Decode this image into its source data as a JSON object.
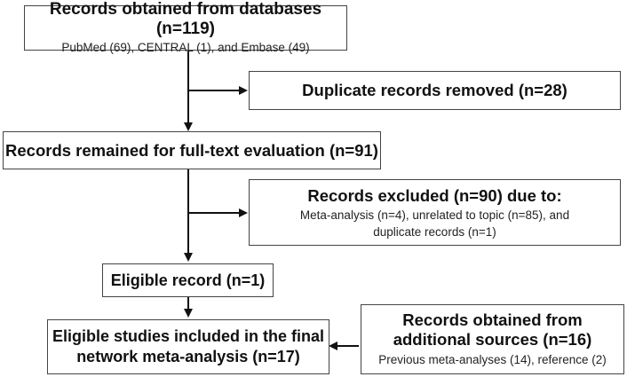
{
  "boxes": {
    "databases": {
      "title": "Records obtained from databases (n=119)",
      "subtitle": "PubMed (69), CENTRAL (1), and Embase (49)"
    },
    "duplicates_removed": {
      "title": "Duplicate records removed (n=28)"
    },
    "full_text": {
      "title": "Records remained for full-text evaluation (n=91)"
    },
    "excluded": {
      "title": "Records excluded (n=90) due to:",
      "line1": "Meta-analysis (n=4), unrelated to topic (n=85), and",
      "line2": "duplicate records (n=1)"
    },
    "eligible": {
      "title": "Eligible record (n=1)"
    },
    "final": {
      "line1": "Eligible studies included in the final",
      "line2": "network meta-analysis (n=17)"
    },
    "additional": {
      "line1": "Records obtained from",
      "line2": "additional sources (n=16)",
      "subtitle": "Previous meta-analyses (14), reference (2)"
    }
  },
  "colors": {
    "border": "#444444",
    "arrow": "#111111",
    "text": "#111111"
  }
}
